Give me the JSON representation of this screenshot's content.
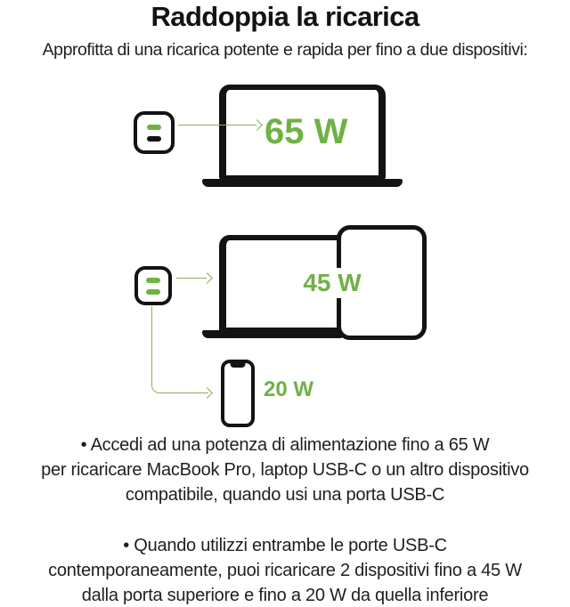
{
  "header": {
    "title": "Raddoppia la ricarica",
    "subtitle": "Approfitta di una ricarica potente e rapida per fino a due dispositivi:"
  },
  "colors": {
    "brand_green": "#6fb243",
    "line_green": "#8ab152",
    "ink": "#131313",
    "text": "#1f1f1f",
    "background": "#ffffff"
  },
  "diagrams": [
    {
      "name": "charger-to-laptop",
      "wattage": "65 W",
      "charger_ports": [
        "usb-c-top-active-green",
        "usb-c-bottom-inactive-black"
      ],
      "devices": [
        "wall-charger",
        "laptop"
      ]
    },
    {
      "name": "charger-to-laptop-and-tablet",
      "wattage": "45 W",
      "charger_ports": [
        "usb-c-top-active-green",
        "usb-c-bottom-active-green"
      ],
      "devices": [
        "wall-charger",
        "laptop",
        "tablet"
      ]
    },
    {
      "name": "charger-to-phone",
      "wattage": "20 W",
      "devices": [
        "smartphone"
      ]
    }
  ],
  "bullets": [
    "• Accedi ad una potenza di alimentazione fino a 65 W\nper ricaricare MacBook Pro, laptop USB-C o un altro dispositivo\ncompatibile, quando usi una porta USB-C",
    "• Quando utilizzi entrambe le porte USB-C\ncontemporaneamente, puoi ricaricare 2 dispositivi fino a 45 W\ndalla porta superiore e fino a 20 W da quella inferiore"
  ]
}
